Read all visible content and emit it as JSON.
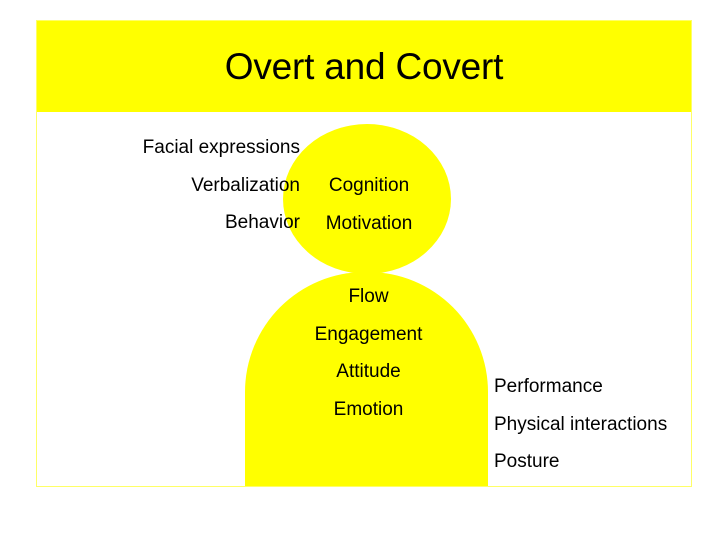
{
  "slide": {
    "title": "Overt and Covert",
    "colors": {
      "banner": "#ffff00",
      "figure": "#ffff00",
      "border": "#ffff66",
      "text": "#000000",
      "background": "#ffffff"
    },
    "figure": {
      "head_label": "head-circle",
      "body_label": "body-shape"
    },
    "overt_left": {
      "lines": [
        "Facial expressions",
        "Verbalization",
        "Behavior"
      ]
    },
    "covert_head": {
      "lines": [
        "Cognition",
        "Motivation"
      ]
    },
    "covert_body": {
      "lines": [
        "Flow",
        "Engagement",
        "Attitude",
        "Emotion"
      ]
    },
    "overt_right": {
      "lines": [
        "Performance",
        "Physical interactions",
        "Posture"
      ]
    }
  }
}
